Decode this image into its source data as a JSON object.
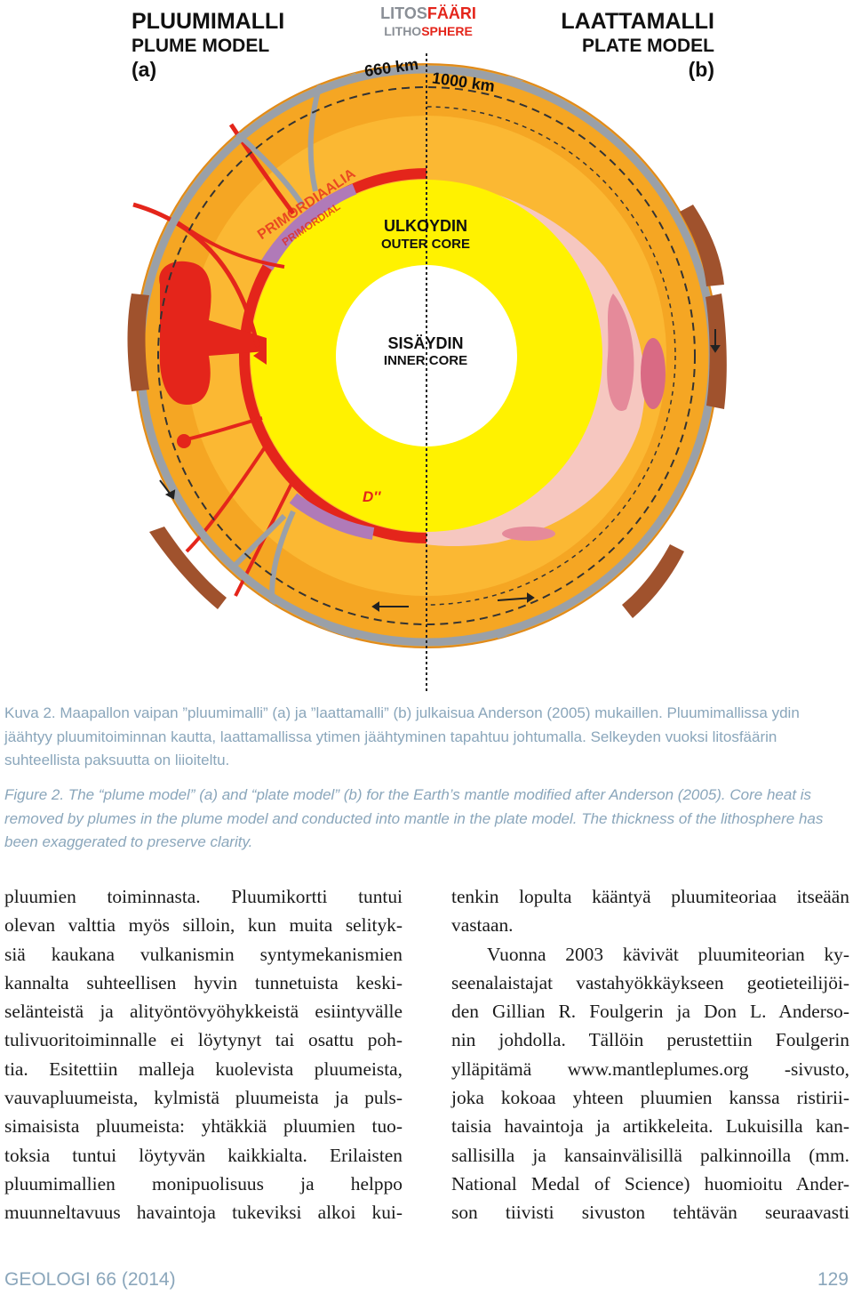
{
  "figure": {
    "labels": {
      "plume_fi": "PLUUMIMALLI",
      "plume_en": "PLUME MODEL",
      "plume_letter": "(a)",
      "plate_fi": "LAATTAMALLI",
      "plate_en": "PLATE MODEL",
      "plate_letter": "(b)",
      "litho_fi_a": "LITOS",
      "litho_fi_b": "FÄÄRI",
      "litho_en_a": "LITHO",
      "litho_en_b": "SPHERE",
      "depth_660": "660 km",
      "depth_1000": "1000 km",
      "primordial_fi": "PRIMORDIAALIA",
      "primordial_en": "PRIMORDIAL",
      "outer_core_fi": "ULKOYDIN",
      "outer_core_en": "OUTER CORE",
      "inner_core_fi": "SISÄYDIN",
      "inner_core_en": "INNER CORE",
      "d_layer": "D''"
    },
    "colors": {
      "mantle": "#f5a623",
      "outer_core": "#fff200",
      "inner_core": "#ffffff",
      "plume_red": "#e4251b",
      "slab_gray": "#9aa0a8",
      "plate_brown": "#a0522d",
      "primordial_purple": "#b07ab8",
      "pink_region": "#f6c7c0",
      "caption_blue": "#8aa6bb"
    }
  },
  "caption": {
    "fi": "Kuva 2. Maapallon vaipan ”pluumimalli” (a) ja ”laattamalli” (b) julkaisua Anderson (2005) mukaillen. Pluumimallissa ydin jäähtyy pluumitoiminnan kautta, laattamallissa ytimen jäähtyminen tapahtuu johtumalla. Selkeyden vuoksi litosfäärin suhteellista paksuutta on liioiteltu.",
    "en": "Figure 2. The “plume model” (a) and “plate model” (b) for the Earth’s mantle modified after Anderson (2005). Core heat is removed by plumes in the plume model and conducted into mantle in the plate model. The thickness of the lithosphere has been exaggerated to preserve clarity."
  },
  "body": {
    "left_lines": [
      "pluumien toiminnasta. Pluumikortti tuntui",
      "olevan valttia myös silloin, kun muita selityk-",
      "siä kaukana vulkanismin syntymekanismien",
      "kannalta suhteellisen hyvin tunnetuista keski-",
      "selänteistä ja alityöntövyöhykkeistä esiintyvälle",
      "tulivuoritoiminnalle ei löytynyt tai osattu poh-",
      "tia. Esitettiin malleja kuolevista pluumeista,",
      "vauvapluumeista, kylmistä pluumeista ja puls-",
      "simaisista pluumeista: yhtäkkiä pluumien tuo-",
      "toksia tuntui löytyvän kaikkialta. Erilaisten",
      "pluumimallien monipuolisuus ja helppo",
      "muunneltavuus havaintoja tukeviksi alkoi kui-"
    ],
    "right_lines": [
      "tenkin lopulta kääntyä pluumiteoriaa itseään",
      "vastaan.",
      "Vuonna 2003 kävivät pluumiteorian ky-",
      "seenalaistajat vastahyökkäykseen geotieteilijöi-",
      "den Gillian R. Foulgerin ja Don L. Anderso-",
      "nin johdolla. Tällöin perustettiin Foulgerin",
      "ylläpitämä www.mantleplumes.org -sivusto,",
      "joka kokoaa yhteen pluumien kanssa ristirii-",
      "taisia havaintoja ja artikkeleita. Lukuisilla kan-",
      "sallisilla ja kansainvälisillä palkinnoilla (mm.",
      "National Medal of Science) huomioitu Ander-",
      "son tiivisti sivuston tehtävän seuraavasti"
    ]
  },
  "footer": {
    "journal": "GEOLOGI 66 (2014)",
    "page": "129"
  }
}
